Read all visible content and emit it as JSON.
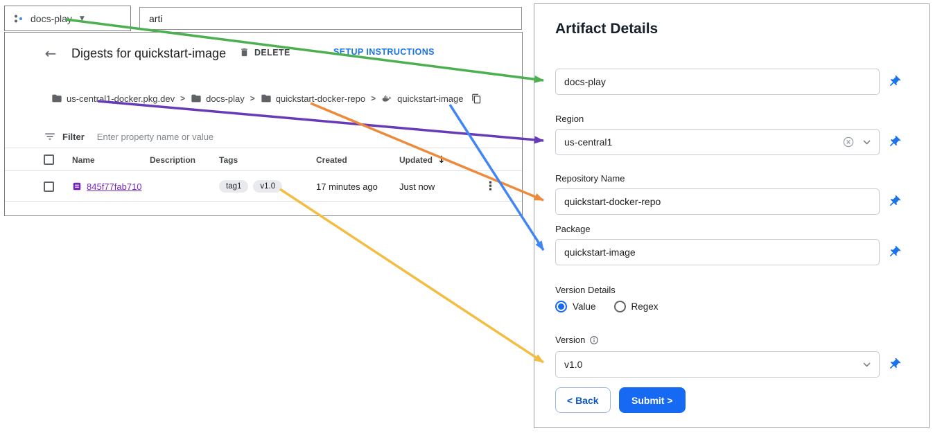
{
  "colors": {
    "accent_blue": "#1a73e8",
    "submit_blue": "#1669f2",
    "digest_link_purple": "#7627bb"
  },
  "icons": {
    "back_arrow": "←",
    "sort_descending": "↓",
    "overflow_menu": "⋮",
    "dropdown_caret": "▼"
  },
  "arrows": {
    "project": {
      "color": "#4caf50"
    },
    "region": {
      "color": "#673ab7"
    },
    "repository": {
      "color": "#ed8a3c"
    },
    "package": {
      "color": "#4285f4"
    },
    "version": {
      "color": "#f2bd42"
    }
  },
  "console": {
    "project_selector": {
      "name": "docs-play"
    },
    "search": {
      "value": "arti"
    },
    "header": {
      "title": "Digests for quickstart-image",
      "delete": "DELETE",
      "setup": "SETUP INSTRUCTIONS"
    },
    "breadcrumb": {
      "registry": "us-central1-docker.pkg.dev",
      "project": "docs-play",
      "repository": "quickstart-docker-repo",
      "package": "quickstart-image",
      "separator": ">"
    },
    "filter": {
      "label": "Filter",
      "placeholder": "Enter property name or value"
    },
    "table": {
      "columns": {
        "name": "Name",
        "description": "Description",
        "tags": "Tags",
        "created": "Created",
        "updated": "Updated"
      },
      "row": {
        "name": "845f77fab710",
        "description": "",
        "tags": [
          "tag1",
          "v1.0"
        ],
        "created": "17 minutes ago",
        "updated": "Just now"
      }
    }
  },
  "panel": {
    "title": "Artifact Details",
    "project": {
      "value": "docs-play"
    },
    "region": {
      "label": "Region",
      "value": "us-central1"
    },
    "repository": {
      "label": "Repository Name",
      "value": "quickstart-docker-repo"
    },
    "package": {
      "label": "Package",
      "value": "quickstart-image"
    },
    "version_details": {
      "label": "Version Details",
      "options": [
        "Value",
        "Regex"
      ],
      "selected": "Value"
    },
    "version": {
      "label": "Version",
      "value": "v1.0"
    },
    "actions": {
      "back": "< Back",
      "submit": "Submit >"
    }
  }
}
